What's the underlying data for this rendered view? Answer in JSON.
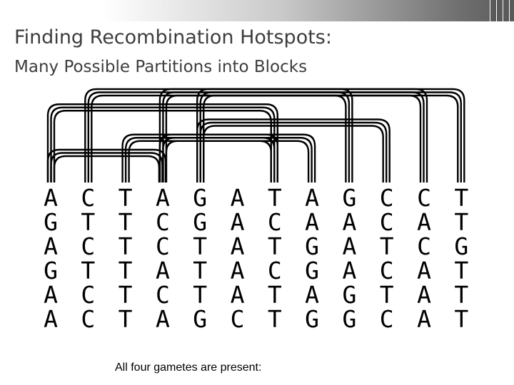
{
  "slide": {
    "title": "Finding Recombination Hotspots:",
    "subtitle": "Many Possible Partitions into Blocks",
    "caption": "All four gametes are present:"
  },
  "columns": [
    [
      "A",
      "G",
      "A",
      "G",
      "A",
      "A"
    ],
    [
      "C",
      "T",
      "C",
      "T",
      "C",
      "C"
    ],
    [
      "T",
      "T",
      "T",
      "T",
      "T",
      "T"
    ],
    [
      "A",
      "C",
      "C",
      "A",
      "C",
      "A"
    ],
    [
      "G",
      "G",
      "T",
      "T",
      "T",
      "G"
    ],
    [
      "A",
      "A",
      "A",
      "A",
      "A",
      "C"
    ],
    [
      "T",
      "C",
      "T",
      "C",
      "T",
      "T"
    ],
    [
      "A",
      "A",
      "G",
      "G",
      "A",
      "G"
    ],
    [
      "G",
      "A",
      "A",
      "A",
      "G",
      "G"
    ],
    [
      "C",
      "C",
      "T",
      "C",
      "T",
      "C"
    ],
    [
      "C",
      "A",
      "C",
      "A",
      "A",
      "A"
    ],
    [
      "T",
      "T",
      "G",
      "T",
      "T",
      "T"
    ]
  ],
  "arcs": [
    [
      0,
      3
    ],
    [
      0,
      6
    ],
    [
      1,
      8
    ],
    [
      2,
      6
    ],
    [
      3,
      7
    ],
    [
      3,
      10
    ],
    [
      4,
      9
    ],
    [
      4,
      11
    ]
  ]
}
